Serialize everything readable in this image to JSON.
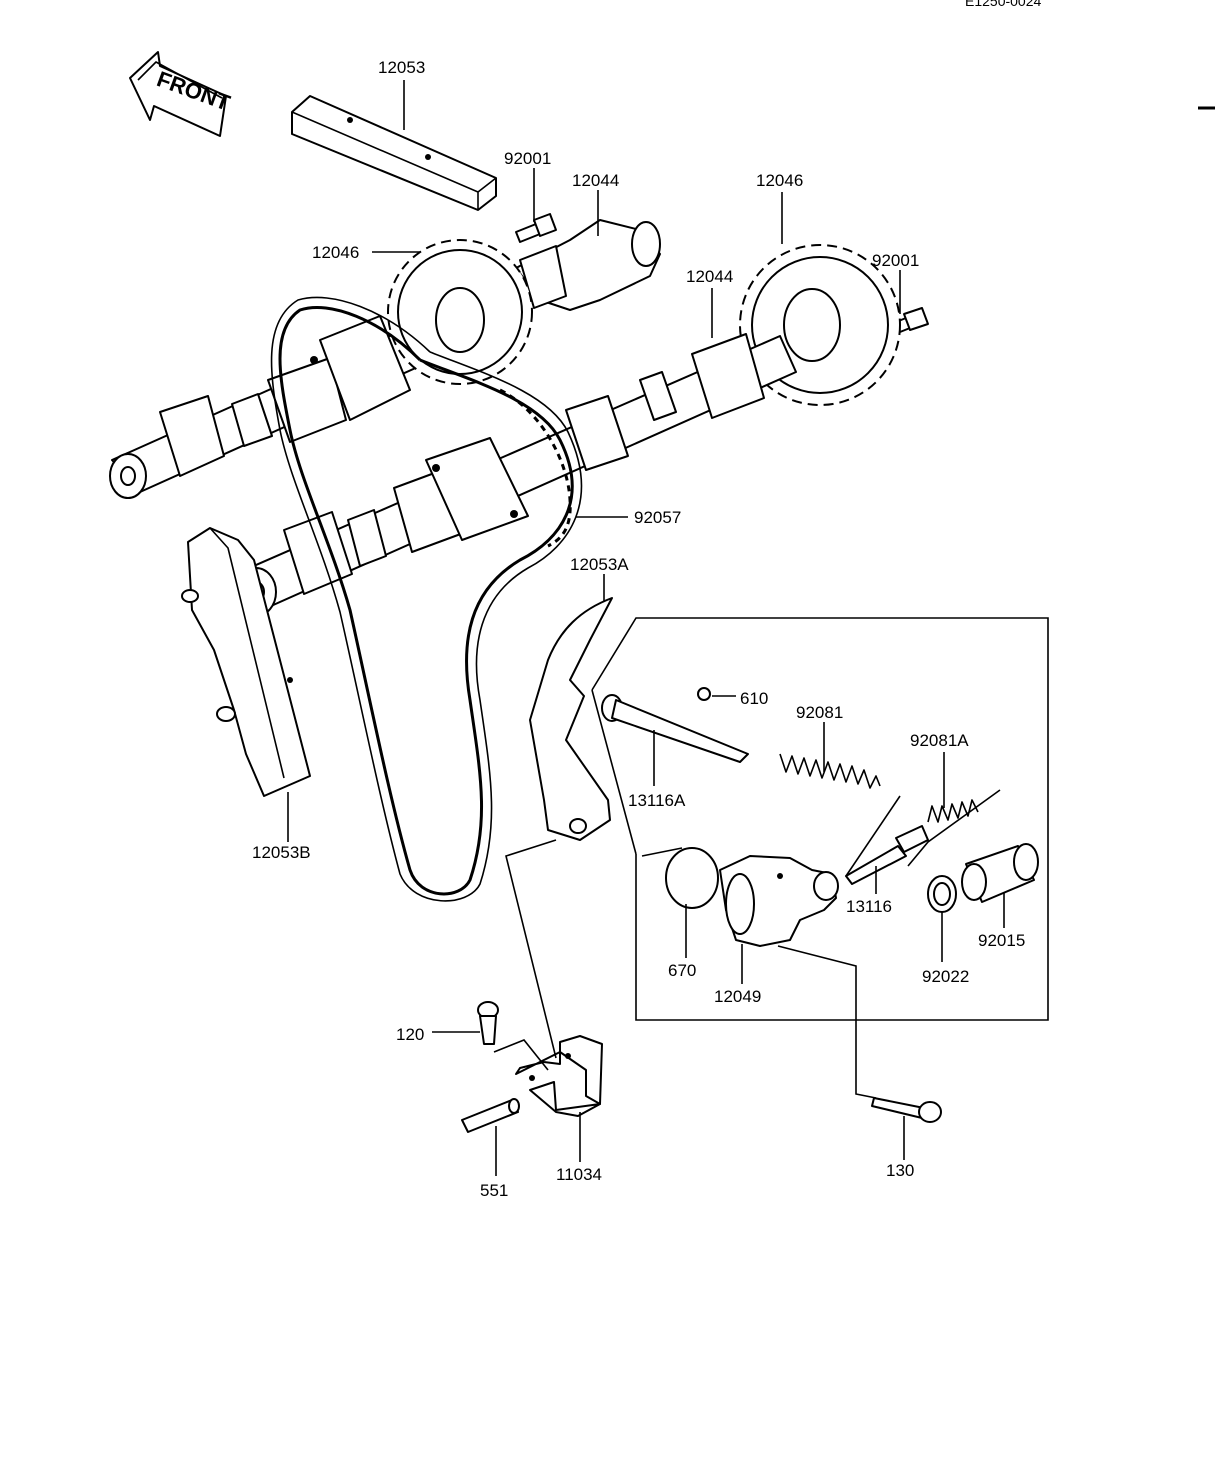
{
  "doc_id": "E1250-0024",
  "front_label": "FRONT",
  "labels": {
    "p12053": "12053",
    "p92001a": "92001",
    "p12044a": "12044",
    "p12046a": "12046",
    "p12046b": "12046",
    "p92001b": "92001",
    "p12044b": "12044",
    "p92057": "92057",
    "p12053A": "12053A",
    "p610": "610",
    "p92081": "92081",
    "p92081A": "92081A",
    "p13116A": "13116A",
    "p12053B": "12053B",
    "p13116": "13116",
    "p670": "670",
    "p12049": "12049",
    "p92022": "92022",
    "p92015": "92015",
    "p120": "120",
    "p551": "551",
    "p11034": "11034",
    "p130": "130"
  }
}
